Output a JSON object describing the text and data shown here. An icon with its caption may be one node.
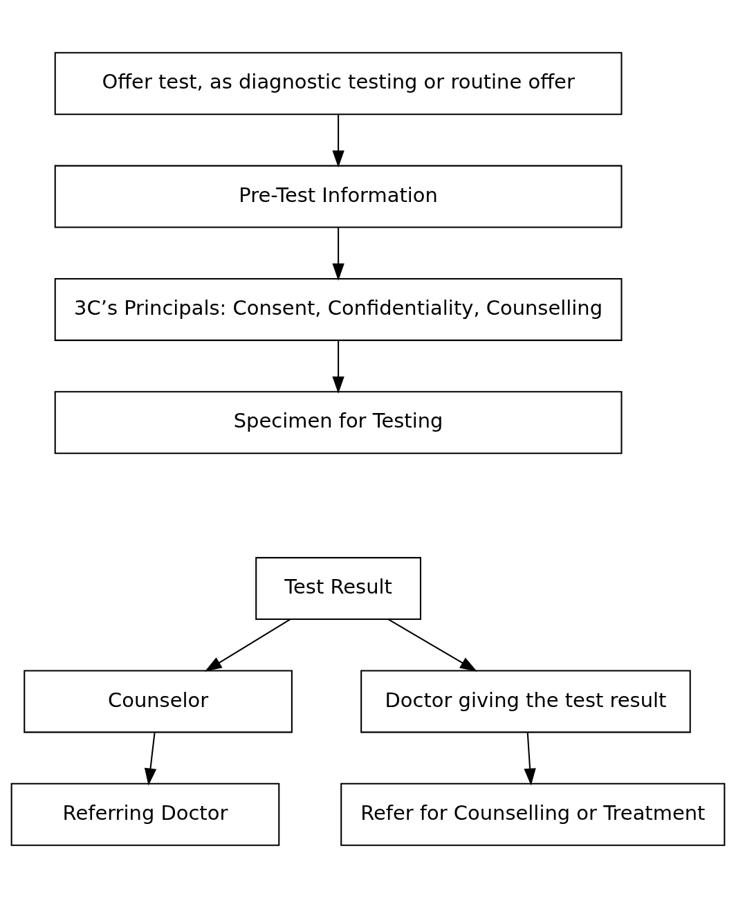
{
  "diagram": {
    "nodes": [
      {
        "text": [
          "Offer test, as diagnostic testing or routine offer"
        ]
      },
      {
        "text": [
          "Pre-Test Information"
        ]
      },
      {
        "text": [
          "3C’s Principals: Consent, Confidentiality, Counselling"
        ]
      },
      {
        "text": [
          "Specimen for Testing"
        ]
      },
      {
        "text": [
          "Test Result"
        ]
      },
      {
        "text": [
          "Counselor"
        ]
      },
      {
        "text": [
          "Doctor giving the test result"
        ]
      },
      {
        "text": [
          "Referring Doctor"
        ]
      },
      {
        "text": [
          "Refer for Counselling or Treatment"
        ]
      }
    ],
    "edges": [
      {
        "from": 0,
        "to": 1,
        "arrow": "to"
      },
      {
        "from": 1,
        "to": 2,
        "arrow": "to"
      },
      {
        "from": 2,
        "to": 3,
        "arrow": "to"
      },
      {
        "from": 4,
        "to": 5,
        "arrow": "to"
      },
      {
        "from": 4,
        "to": 6,
        "arrow": "to"
      },
      {
        "from": 5,
        "to": 7,
        "arrow": "to"
      },
      {
        "from": 6,
        "to": 8,
        "arrow": "to"
      }
    ]
  }
}
